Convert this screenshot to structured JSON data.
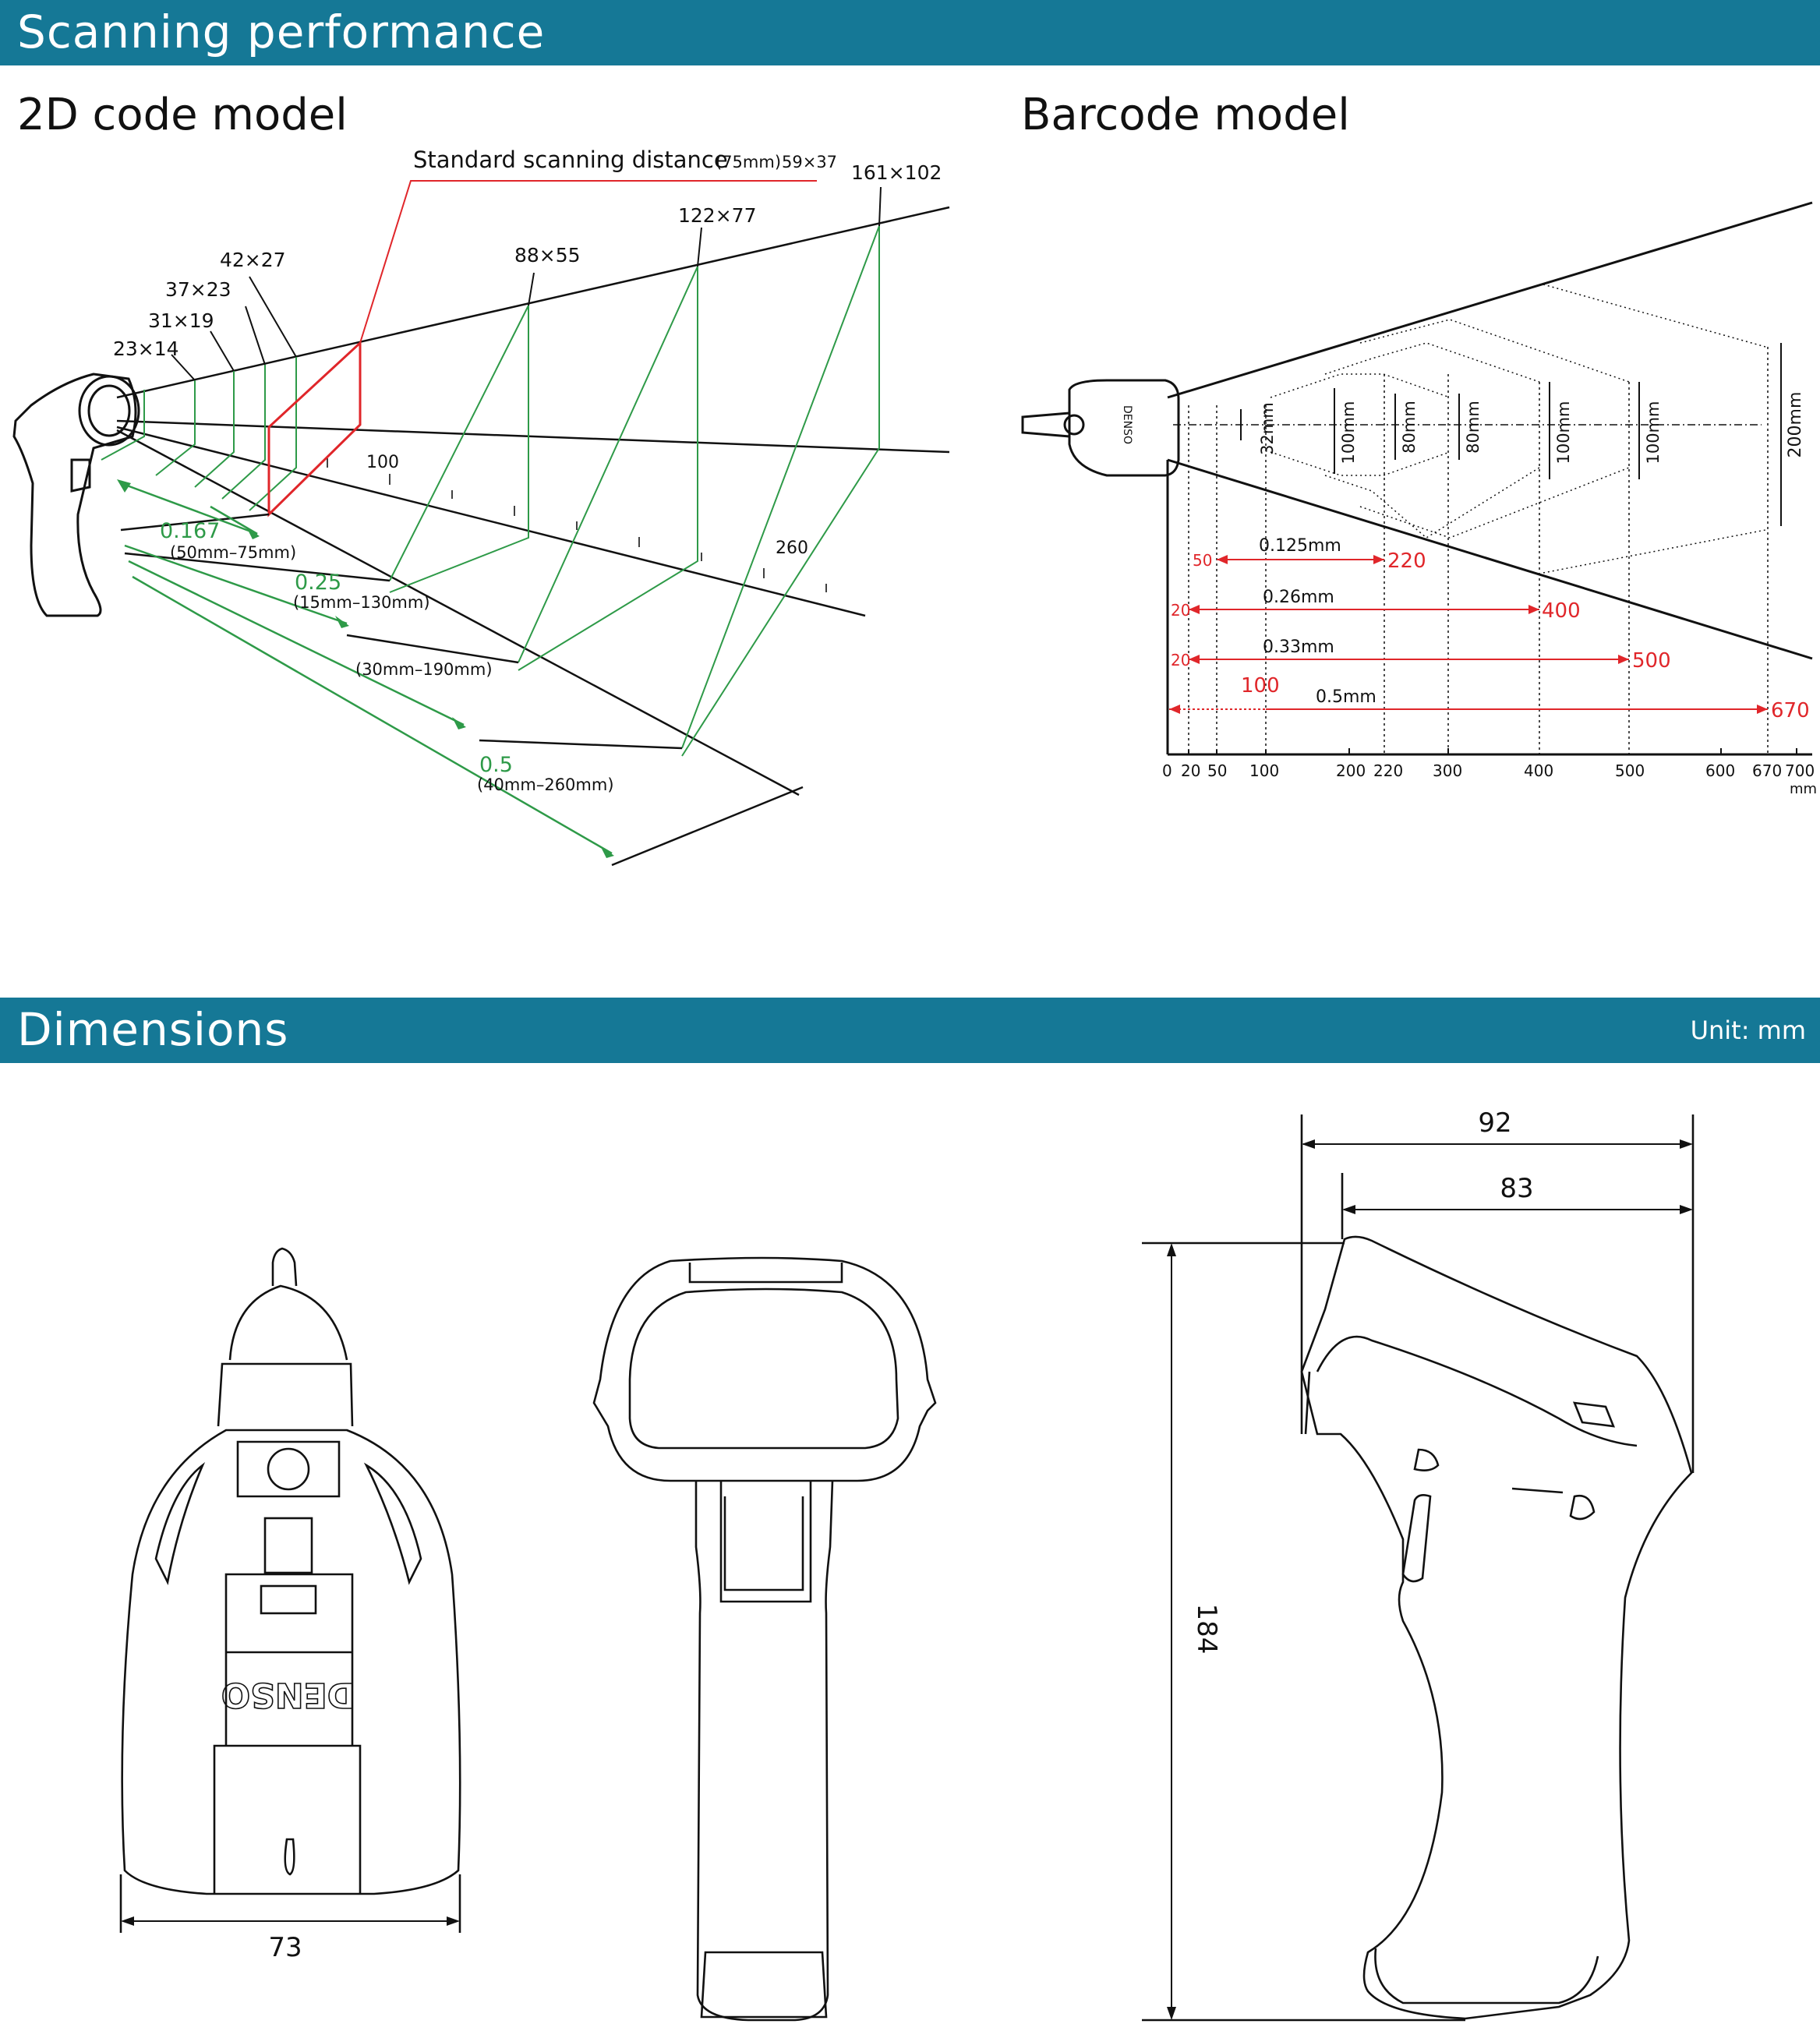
{
  "sections": {
    "scanning": {
      "title": "Scanning performance"
    },
    "dimensions": {
      "title": "Dimensions",
      "unit": "Unit: mm"
    }
  },
  "panels": {
    "code2d": {
      "title": "2D code model",
      "standard_label": "Standard scanning distance",
      "standard_paren": "(75mm)",
      "standard_size": "59×37",
      "field_sizes": [
        "23×14",
        "31×19",
        "37×23",
        "42×27",
        "88×55",
        "122×77",
        "161×102"
      ],
      "scale_labels": [
        "100",
        "260"
      ],
      "resolutions": [
        {
          "value": "0.167",
          "range": "(50mm–75mm)"
        },
        {
          "value": "0.25",
          "range": "(15mm–130mm)"
        },
        {
          "value": "",
          "range": "(30mm–190mm)"
        },
        {
          "value": "0.5",
          "range": "(40mm–260mm)"
        }
      ]
    },
    "barcode": {
      "title": "Barcode model",
      "heights": [
        "32mm",
        "100mm",
        "80mm",
        "80mm",
        "100mm",
        "100mm",
        "200mm"
      ],
      "rows": [
        {
          "res": "0.125mm",
          "start": "50",
          "end": "220"
        },
        {
          "res": "0.26mm",
          "start": "20",
          "end": "400"
        },
        {
          "res": "0.33mm",
          "start": "20",
          "end": "500"
        },
        {
          "res": "0.5mm",
          "start": "100",
          "end": "670"
        }
      ],
      "axis_ticks": [
        "0",
        "20",
        "50",
        "100",
        "200",
        "220",
        "300",
        "400",
        "500",
        "600",
        "670",
        "700"
      ],
      "axis_unit": "mm",
      "brand": "DENSO"
    }
  },
  "dimensions": {
    "width_front": "73",
    "depth_overall": "92",
    "depth_head": "83",
    "height": "184",
    "brand": "DENSO"
  },
  "colors": {
    "header": "#157896",
    "green": "#2e9a48",
    "red": "#e0262a",
    "line": "#111111"
  }
}
